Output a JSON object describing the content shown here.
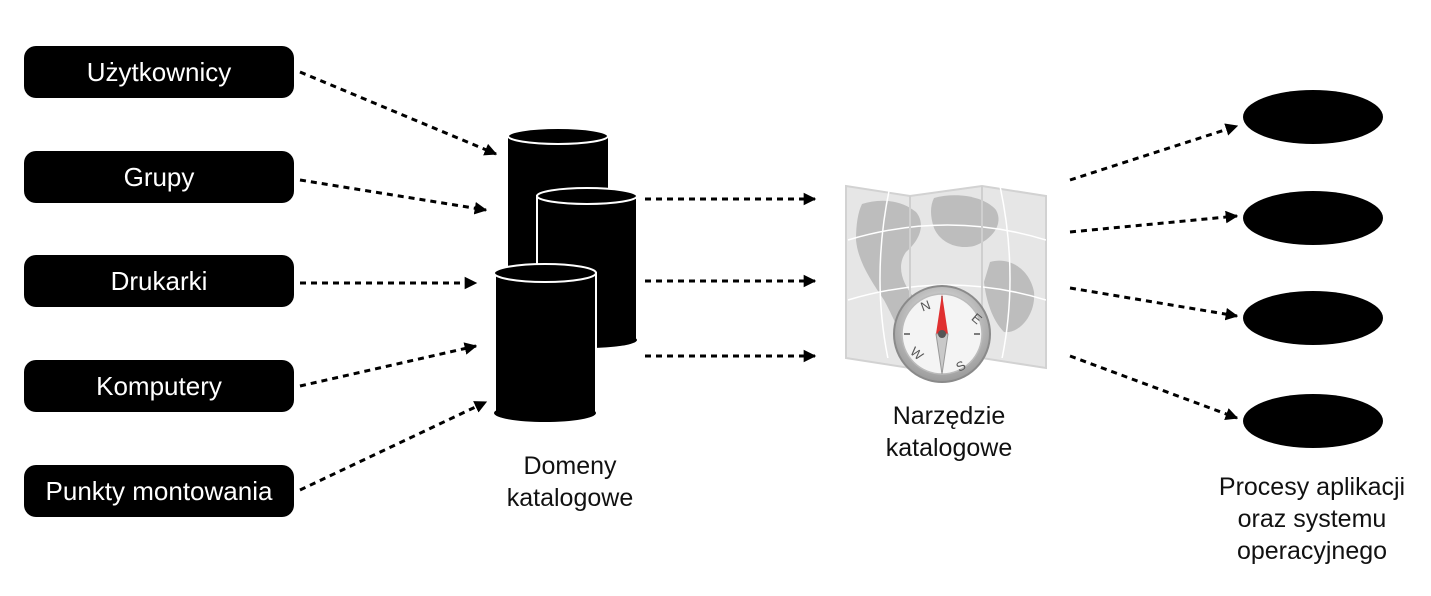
{
  "sources": {
    "items": [
      {
        "label": "Użytkownicy"
      },
      {
        "label": "Grupy"
      },
      {
        "label": "Drukarki"
      },
      {
        "label": "Komputery"
      },
      {
        "label": "Punkty montowania"
      }
    ]
  },
  "domains": {
    "caption_line1": "Domeny",
    "caption_line2": "katalogowe"
  },
  "tool": {
    "caption_line1": "Narzędzie",
    "caption_line2": "katalogowe",
    "compass_letters": {
      "n": "N",
      "e": "E",
      "s": "S",
      "w": "W"
    }
  },
  "processes": {
    "caption_line1": "Procesy aplikacji",
    "caption_line2": "oraz systemu",
    "caption_line3": "operacyjnego"
  },
  "colors": {
    "shape_fill": "#000000",
    "label_text": "#ffffff",
    "map_base": "#e4e4e4",
    "map_land": "#bdbdbd",
    "compass_needle": "#e03030"
  },
  "icons": {
    "map": "map-icon",
    "compass": "compass-icon",
    "database": "database-icon",
    "arrow": "dashed-arrow-icon"
  }
}
